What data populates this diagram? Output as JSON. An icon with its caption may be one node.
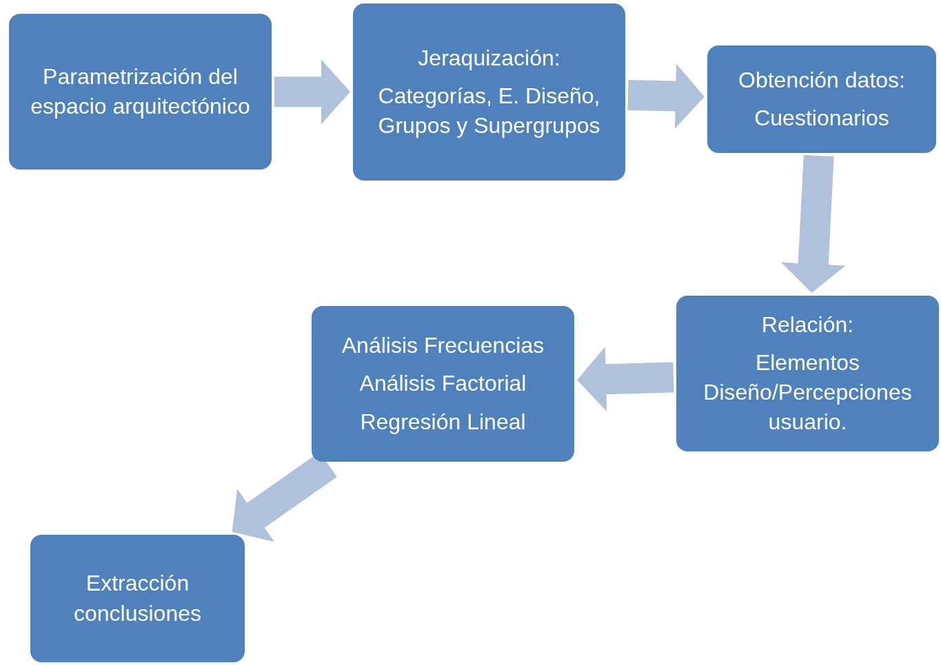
{
  "diagram": {
    "nodes": [
      {
        "text": [
          "Parametrización del espacio arquitectónico"
        ]
      },
      {
        "text": [
          "Jeraquización:",
          "Categorías, E. Diseño, Grupos y Supergrupos"
        ]
      },
      {
        "text": [
          "Obtención datos:",
          "Cuestionarios"
        ]
      },
      {
        "text": [
          "Relación:",
          "Elementos Diseño/Percepciones usuario."
        ]
      },
      {
        "text": [
          "Análisis Frecuencias",
          "Análisis Factorial",
          "Regresión Lineal"
        ]
      },
      {
        "text": [
          "Extracción conclusiones"
        ]
      }
    ],
    "edges": [
      {
        "from": 0,
        "to": 1,
        "arrow": "to"
      },
      {
        "from": 1,
        "to": 2,
        "arrow": "to"
      },
      {
        "from": 2,
        "to": 3,
        "arrow": "to"
      },
      {
        "from": 3,
        "to": 4,
        "arrow": "to"
      },
      {
        "from": 4,
        "to": 5,
        "arrow": "to"
      }
    ]
  }
}
